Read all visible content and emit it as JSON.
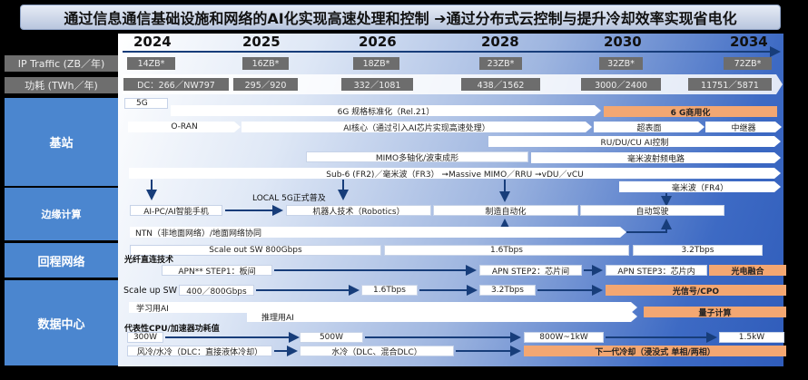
{
  "title": "通过信息通信基础设施和网络的AI化实现高速处理和控制 ➔通过分布式云控制与提升冷却效率实现省电化",
  "years": [
    "2024",
    "2025",
    "2026",
    "2028",
    "2030",
    "2034"
  ],
  "row_labels": {
    "ip": "IP Traffic (ZB／年)",
    "power": "功耗 (TWh／年)",
    "base": "基站",
    "edge": "边缘计算",
    "backhaul": "回程网络",
    "dc": "数据中心"
  },
  "ip_traffic": [
    "14ZB*",
    "16ZB*",
    "18ZB*",
    "23ZB*",
    "32ZB*",
    "72ZB*"
  ],
  "power": [
    "DC：266／NW797",
    "295／920",
    "332／1081",
    "438／1562",
    "3000／2400",
    "11751／5871"
  ],
  "base": {
    "g5": "5G",
    "g6std": "6G 规格标准化（Rel.21）",
    "g6com": "6 G商用化",
    "oran": "O-RAN",
    "aicore": "AI核心（通过引入AI芯片实现高速处理）",
    "metasurface": "超表面",
    "relay": "中继器",
    "rudu": "RU/DU/CU AI控制",
    "mimo": "MIMO多轴化/波束成形",
    "mmrf": "毫米波射频电路",
    "sub6": "Sub-6 (FR2)／毫米波（FR3） ➞Massive MIMO／RRU ➞vDU／vCU",
    "fr4": "毫米波（FR4）"
  },
  "edge": {
    "local5g": "LOCAL 5G正式普及",
    "aipc": "AI-PC/AI智能手机",
    "robotics": "机器人技术（Robotics）",
    "factory": "制造自动化",
    "autodrive": "自动驾驶",
    "ntn": "NTN（非地面网络）/地面网络协同"
  },
  "backhaul": {
    "sw800": "Scale out SW 800Gbps",
    "t16": "1.6Tbps",
    "t32": "3.2Tbps"
  },
  "dc": {
    "fiber": "光纤直连技术",
    "apn1": "APN** STEP1：板间",
    "apn2": "APN STEP2：芯片间",
    "apn3": "APN STEP3：芯片内",
    "optoelec": "光电融合",
    "scaleup": "Scale up SW",
    "s400": "400／800Gbps",
    "s16": "1.6Tbps",
    "s32": "3.2Tbps",
    "cpo": "光信号/CPO",
    "trainai": "学习用AI",
    "inferai": "推理用AI",
    "quantum": "量子计算",
    "cpulabel": "代表性CPU/加速器功耗值",
    "w300": "300W",
    "w500": "500W",
    "w800": "800W~1kW",
    "w1500": "1.5kW",
    "aircool": "风冷/水冷（DLC：直接液体冷却）",
    "watercool": "水冷（DLC、混合DLC）",
    "nextcool": "下一代冷却（浸没式 单相/两相）"
  }
}
